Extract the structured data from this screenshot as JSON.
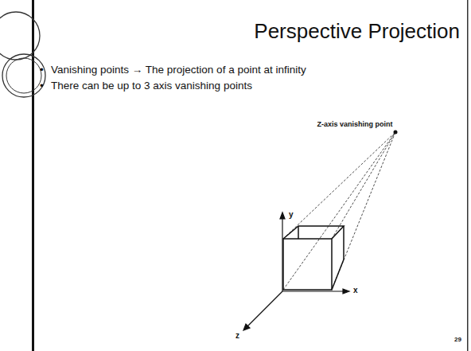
{
  "diagram": {
    "title": "Perspective Projection",
    "labels": [
      "Vanishing points → The projection of a point at infinity",
      "There can be up to 3 axis vanishing points",
      "Z-axis vanishing point",
      "y",
      "x",
      "z",
      "29"
    ]
  }
}
